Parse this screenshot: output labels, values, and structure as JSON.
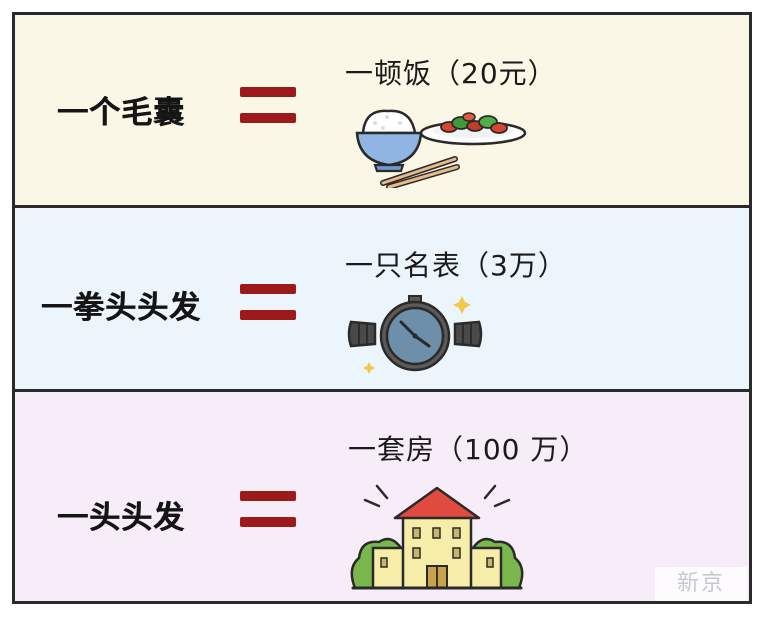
{
  "colors": {
    "row1_bg": "#fbf7e6",
    "row2_bg": "#edf5fc",
    "row3_bg": "#f6edf9",
    "equals": "#9c1a1a",
    "border": "#2a2a2a"
  },
  "rows": [
    {
      "left": "一个毛囊",
      "right": "一顿饭（20元）",
      "icon": "rice-and-dish-icon"
    },
    {
      "left": "一拳头头发",
      "right": "一只名表（3万）",
      "icon": "wristwatch-icon"
    },
    {
      "left": "一头头发",
      "right": "一套房（100 万）",
      "icon": "house-icon"
    }
  ],
  "watermark": {
    "text": "新京"
  }
}
